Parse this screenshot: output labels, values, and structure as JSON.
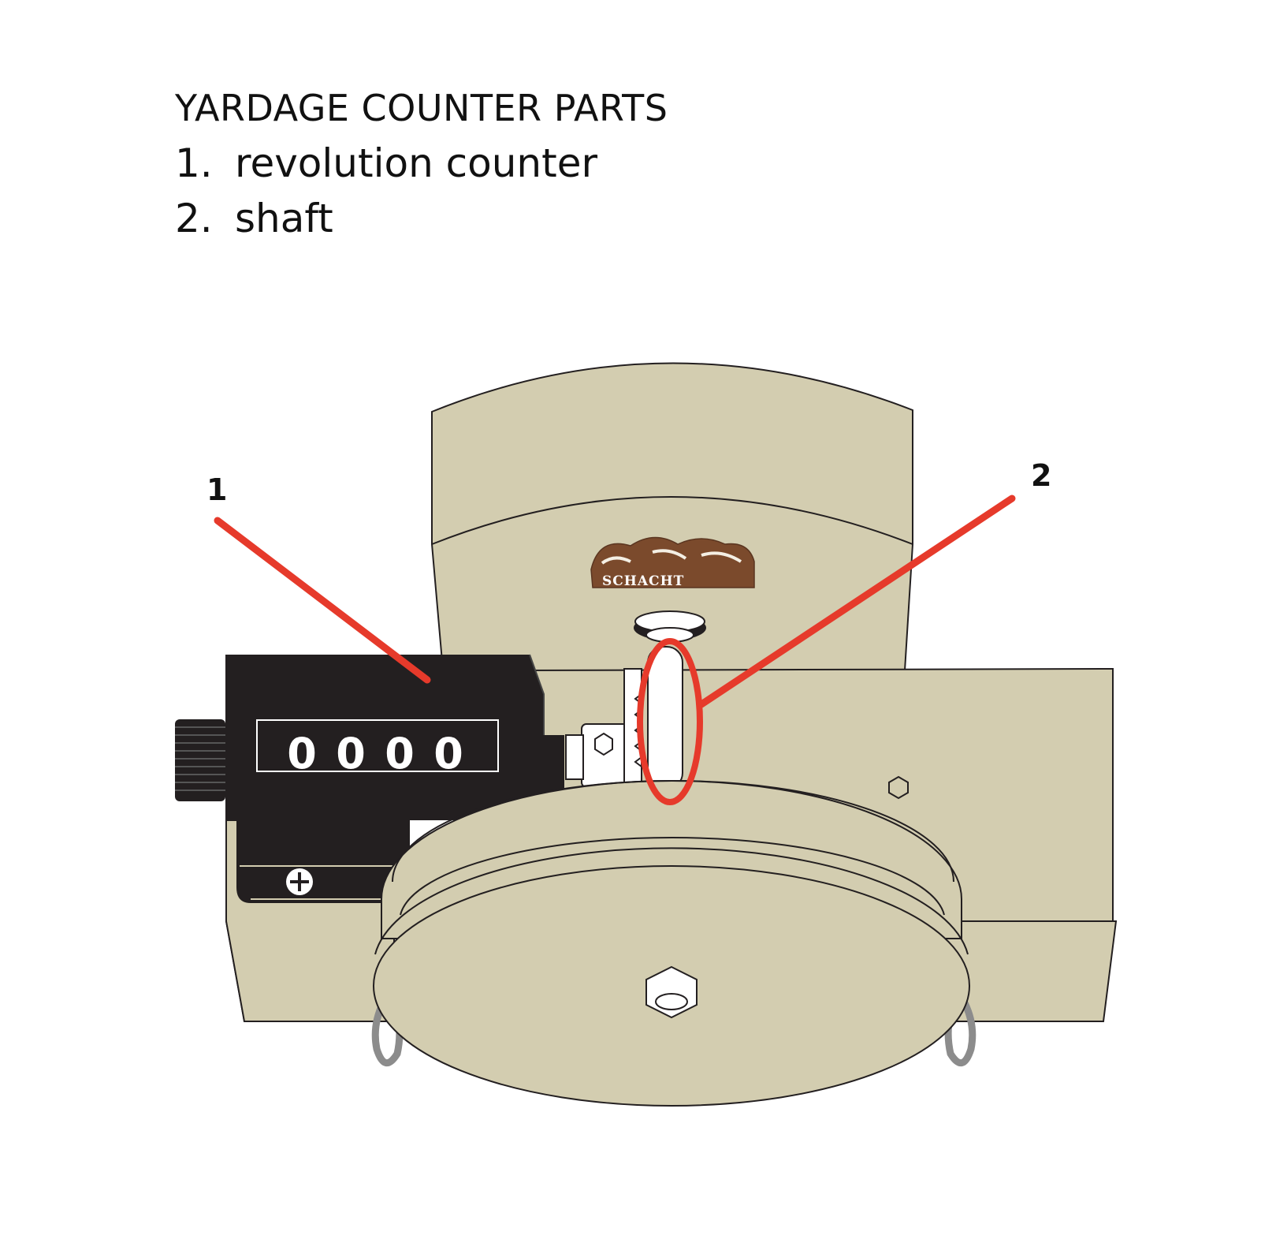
{
  "legend": {
    "title": "YARDAGE COUNTER PARTS",
    "items": [
      {
        "number": "1.",
        "label": "revolution counter"
      },
      {
        "number": "2.",
        "label": "shaft"
      }
    ]
  },
  "callouts": [
    {
      "number": "1",
      "target": "revolution counter"
    },
    {
      "number": "2",
      "target": "shaft"
    }
  ],
  "counter": {
    "digits": [
      "0",
      "0",
      "0",
      "0"
    ]
  },
  "logo": {
    "text": "SCHACHT"
  },
  "colors": {
    "body_tan": "#d3cdb0",
    "counter_black": "#231f20",
    "callout_red": "#e63a2b",
    "logo_brown": "#7b4a2c",
    "ring_gray": "#8c8c8c"
  }
}
